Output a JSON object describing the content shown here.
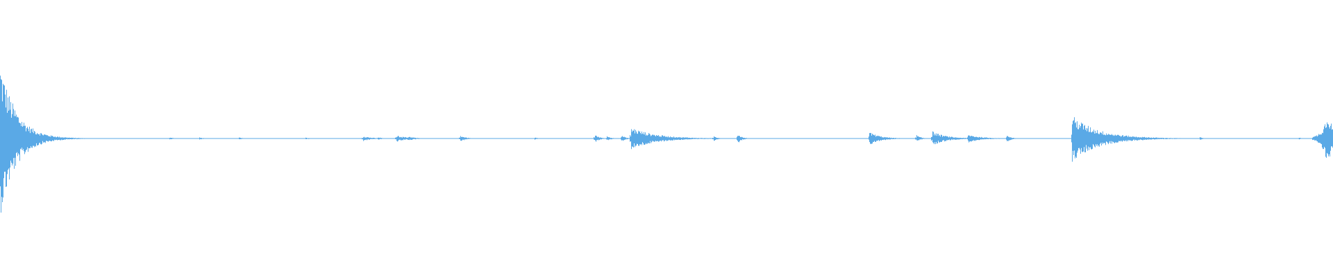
{
  "waveform": {
    "color": "#5aa9e6",
    "baseline_fraction": 0.5,
    "events": [
      {
        "pos": 0.0,
        "amp": 0.56,
        "decay": 0.012,
        "sharp": true
      },
      {
        "pos": 0.012,
        "amp": 0.03,
        "decay": 0.006
      },
      {
        "pos": 0.033,
        "amp": 0.02,
        "decay": 0.004
      },
      {
        "pos": 0.127,
        "amp": 0.01,
        "decay": 0.003
      },
      {
        "pos": 0.149,
        "amp": 0.01,
        "decay": 0.003
      },
      {
        "pos": 0.179,
        "amp": 0.008,
        "decay": 0.003
      },
      {
        "pos": 0.229,
        "amp": 0.008,
        "decay": 0.003
      },
      {
        "pos": 0.272,
        "amp": 0.02,
        "decay": 0.006
      },
      {
        "pos": 0.283,
        "amp": 0.012,
        "decay": 0.003
      },
      {
        "pos": 0.297,
        "amp": 0.025,
        "decay": 0.008
      },
      {
        "pos": 0.306,
        "amp": 0.018,
        "decay": 0.005
      },
      {
        "pos": 0.345,
        "amp": 0.025,
        "decay": 0.004
      },
      {
        "pos": 0.401,
        "amp": 0.01,
        "decay": 0.002
      },
      {
        "pos": 0.446,
        "amp": 0.035,
        "decay": 0.003
      },
      {
        "pos": 0.455,
        "amp": 0.02,
        "decay": 0.003
      },
      {
        "pos": 0.466,
        "amp": 0.025,
        "decay": 0.003
      },
      {
        "pos": 0.473,
        "amp": 0.085,
        "decay": 0.018
      },
      {
        "pos": 0.535,
        "amp": 0.02,
        "decay": 0.003
      },
      {
        "pos": 0.553,
        "amp": 0.04,
        "decay": 0.003
      },
      {
        "pos": 0.652,
        "amp": 0.05,
        "decay": 0.008
      },
      {
        "pos": 0.687,
        "amp": 0.03,
        "decay": 0.003
      },
      {
        "pos": 0.699,
        "amp": 0.055,
        "decay": 0.01
      },
      {
        "pos": 0.726,
        "amp": 0.03,
        "decay": 0.01
      },
      {
        "pos": 0.755,
        "amp": 0.03,
        "decay": 0.003
      },
      {
        "pos": 0.804,
        "amp": 0.17,
        "decay": 0.02
      },
      {
        "pos": 0.826,
        "amp": 0.02,
        "decay": 0.006
      },
      {
        "pos": 0.856,
        "amp": 0.01,
        "decay": 0.003
      },
      {
        "pos": 0.9,
        "amp": 0.01,
        "decay": 0.003
      },
      {
        "pos": 0.974,
        "amp": 0.01,
        "decay": 0.002
      },
      {
        "pos": 0.996,
        "amp": 0.21,
        "decay": 0.004,
        "rising": true
      }
    ]
  }
}
